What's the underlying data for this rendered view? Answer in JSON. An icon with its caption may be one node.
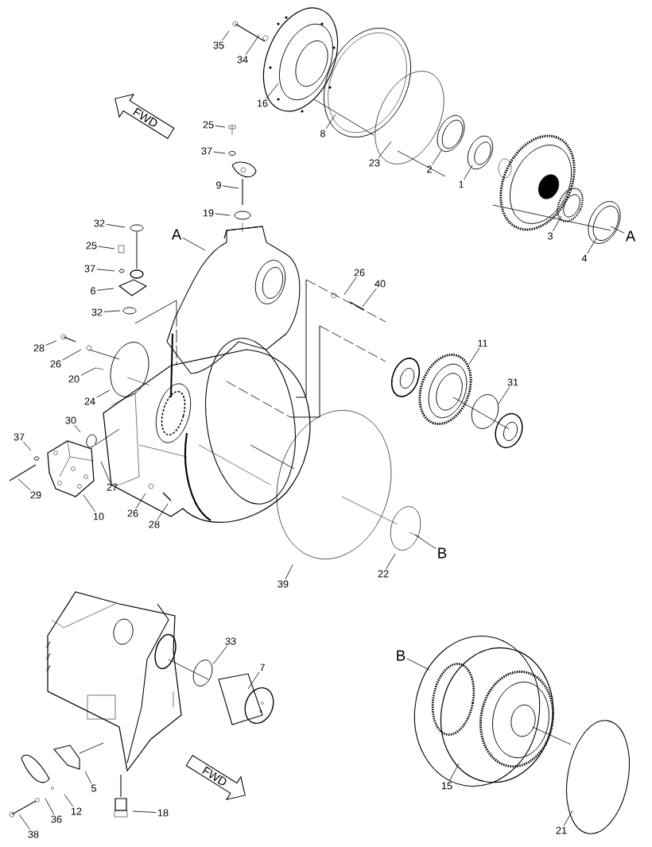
{
  "diagram": {
    "nodes": [
      {
        "text": [
          "35"
        ]
      },
      {
        "text": [
          "34"
        ]
      },
      {
        "text": [
          "16"
        ]
      },
      {
        "text": [
          "8"
        ]
      },
      {
        "text": [
          "FWD"
        ]
      },
      {
        "text": [
          "23"
        ]
      },
      {
        "text": [
          "2"
        ]
      },
      {
        "text": [
          "1"
        ]
      },
      {
        "text": [
          "25"
        ]
      },
      {
        "text": [
          "37"
        ]
      },
      {
        "text": [
          "9"
        ]
      },
      {
        "text": [
          "19"
        ]
      },
      {
        "text": [
          "3"
        ]
      },
      {
        "text": [
          "4"
        ]
      },
      {
        "text": [
          "A"
        ]
      },
      {
        "text": [
          "32"
        ]
      },
      {
        "text": [
          "A"
        ]
      },
      {
        "text": [
          "25"
        ]
      },
      {
        "text": [
          "37"
        ]
      },
      {
        "text": [
          "6"
        ]
      },
      {
        "text": [
          "32"
        ]
      },
      {
        "text": [
          "26"
        ]
      },
      {
        "text": [
          "40"
        ]
      },
      {
        "text": [
          "11"
        ]
      },
      {
        "text": [
          "28"
        ]
      },
      {
        "text": [
          "26"
        ]
      },
      {
        "text": [
          "20"
        ]
      },
      {
        "text": [
          "31"
        ]
      },
      {
        "text": [
          "24"
        ]
      },
      {
        "text": [
          "30"
        ]
      },
      {
        "text": [
          "37"
        ]
      },
      {
        "text": [
          "27"
        ]
      },
      {
        "text": [
          "29"
        ]
      },
      {
        "text": [
          "10"
        ]
      },
      {
        "text": [
          "26"
        ]
      },
      {
        "text": [
          "28"
        ]
      },
      {
        "text": [
          "B"
        ]
      },
      {
        "text": [
          "22"
        ]
      },
      {
        "text": [
          "39"
        ]
      },
      {
        "text": [
          "33"
        ]
      },
      {
        "text": [
          "7"
        ]
      },
      {
        "text": [
          "B"
        ]
      },
      {
        "text": [
          "FWD"
        ]
      },
      {
        "text": [
          "15"
        ]
      },
      {
        "text": [
          "5"
        ]
      },
      {
        "text": [
          "12"
        ]
      },
      {
        "text": [
          "18"
        ]
      },
      {
        "text": [
          "36"
        ]
      },
      {
        "text": [
          "38"
        ]
      },
      {
        "text": [
          "21"
        ]
      }
    ],
    "edges": [
      {
        "from": 0,
        "to": null,
        "arrow": "none"
      },
      {
        "from": 1,
        "to": null,
        "arrow": "none"
      },
      {
        "from": 2,
        "to": null,
        "arrow": "none"
      },
      {
        "from": 3,
        "to": null,
        "arrow": "none"
      },
      {
        "from": 5,
        "to": null,
        "arrow": "none"
      },
      {
        "from": 6,
        "to": null,
        "arrow": "none"
      },
      {
        "from": 7,
        "to": null,
        "arrow": "none"
      },
      {
        "from": 8,
        "to": null,
        "arrow": "none"
      },
      {
        "from": 9,
        "to": null,
        "arrow": "none"
      },
      {
        "from": 10,
        "to": null,
        "arrow": "none"
      },
      {
        "from": 11,
        "to": null,
        "arrow": "none"
      },
      {
        "from": 12,
        "to": null,
        "arrow": "none"
      },
      {
        "from": 13,
        "to": null,
        "arrow": "none"
      },
      {
        "from": 14,
        "to": null,
        "arrow": "none"
      },
      {
        "from": 15,
        "to": null,
        "arrow": "none"
      },
      {
        "from": 16,
        "to": null,
        "arrow": "none"
      },
      {
        "from": 17,
        "to": null,
        "arrow": "none"
      },
      {
        "from": 18,
        "to": null,
        "arrow": "none"
      },
      {
        "from": 19,
        "to": null,
        "arrow": "none"
      },
      {
        "from": 20,
        "to": null,
        "arrow": "none"
      },
      {
        "from": 21,
        "to": null,
        "arrow": "none"
      },
      {
        "from": 22,
        "to": null,
        "arrow": "none"
      },
      {
        "from": 23,
        "to": null,
        "arrow": "none"
      },
      {
        "from": 24,
        "to": null,
        "arrow": "none"
      },
      {
        "from": 25,
        "to": null,
        "arrow": "none"
      },
      {
        "from": 26,
        "to": null,
        "arrow": "none"
      },
      {
        "from": 27,
        "to": null,
        "arrow": "none"
      },
      {
        "from": 28,
        "to": null,
        "arrow": "none"
      },
      {
        "from": 29,
        "to": null,
        "arrow": "none"
      },
      {
        "from": 30,
        "to": null,
        "arrow": "none"
      },
      {
        "from": 31,
        "to": null,
        "arrow": "none"
      },
      {
        "from": 32,
        "to": null,
        "arrow": "none"
      },
      {
        "from": 33,
        "to": null,
        "arrow": "none"
      },
      {
        "from": 34,
        "to": null,
        "arrow": "none"
      },
      {
        "from": 35,
        "to": null,
        "arrow": "none"
      },
      {
        "from": 36,
        "to": null,
        "arrow": "none"
      },
      {
        "from": 37,
        "to": null,
        "arrow": "none"
      },
      {
        "from": 38,
        "to": null,
        "arrow": "none"
      },
      {
        "from": 39,
        "to": null,
        "arrow": "none"
      },
      {
        "from": 40,
        "to": null,
        "arrow": "none"
      },
      {
        "from": 41,
        "to": null,
        "arrow": "none"
      },
      {
        "from": 43,
        "to": null,
        "arrow": "none"
      },
      {
        "from": 44,
        "to": null,
        "arrow": "none"
      },
      {
        "from": 45,
        "to": null,
        "arrow": "none"
      },
      {
        "from": 46,
        "to": null,
        "arrow": "none"
      },
      {
        "from": 47,
        "to": null,
        "arrow": "none"
      },
      {
        "from": 48,
        "to": null,
        "arrow": "none"
      },
      {
        "from": 49,
        "to": null,
        "arrow": "none"
      }
    ]
  }
}
